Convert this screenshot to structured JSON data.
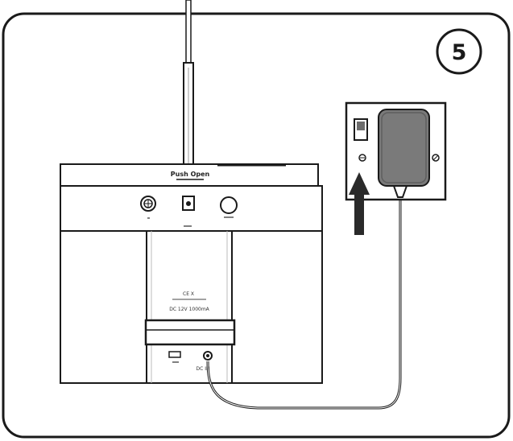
{
  "step": {
    "number": "5"
  },
  "device": {
    "top_label": "Push Open",
    "speaker_label": "DC IN",
    "cert_marks": "CE X",
    "rating": "DC 12V 1000mA"
  },
  "colors": {
    "line": "#1a1a1a",
    "adapter": "#7a7a7a",
    "adapter_shadow": "#5e5e5e",
    "socket_switch": "#6b6b6b",
    "arrow": "#2a2a2a",
    "background": "#ffffff"
  },
  "icons": [
    "antenna",
    "power-adapter",
    "wall-socket",
    "up-arrow",
    "power-cable",
    "dc-jack"
  ]
}
